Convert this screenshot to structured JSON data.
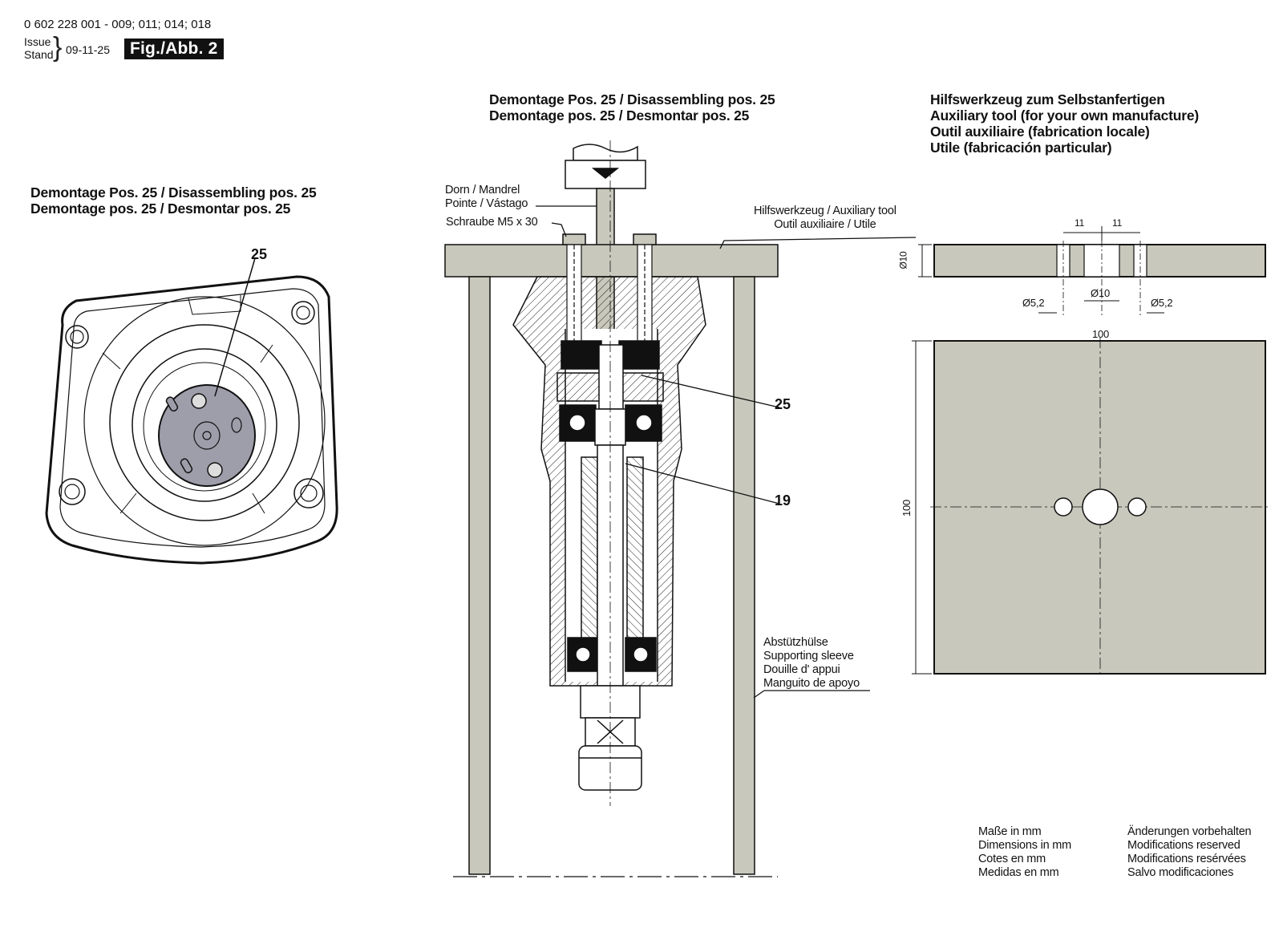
{
  "header": {
    "part_numbers": "0 602 228 001 - 009; 011; 014; 018",
    "issue_label": "Issue",
    "stand_label": "Stand",
    "issue_date": "09-11-25",
    "figure_label": "Fig./Abb. 2"
  },
  "left_panel": {
    "title_line1": "Demontage Pos. 25 / Disassembling pos. 25",
    "title_line2": "Demontage pos. 25 / Desmontar pos. 25",
    "callout_25": "25"
  },
  "center_panel": {
    "title_line1": "Demontage Pos. 25 / Disassembling pos. 25",
    "title_line2": "Demontage pos. 25 / Desmontar pos. 25",
    "mandrel_line1": "Dorn / Mandrel",
    "mandrel_line2": "Pointe / Vástago",
    "screw_label": "Schraube M5 x 30",
    "aux_tool_line1": "Hilfswerkzeug / Auxiliary tool",
    "aux_tool_line2": "Outil auxiliaire / Utile",
    "callout_25": "25",
    "callout_19": "19",
    "sleeve_line1": "Abstützhülse",
    "sleeve_line2": "Supporting sleeve",
    "sleeve_line3": "Douille d' appui",
    "sleeve_line4": "Manguito de apoyo"
  },
  "right_panel": {
    "title_line1": "Hilfswerkzeug zum Selbstanfertigen",
    "title_line2": "Auxiliary tool (for your own manufacture)",
    "title_line3": "Outil auxiliaire (fabrication locale)",
    "title_line4": "Utile (fabricación particular)",
    "dim_11_left": "11",
    "dim_11_right": "11",
    "dim_thickness": "Ø10",
    "dim_hole_left": "Ø5,2",
    "dim_hole_center": "Ø10",
    "dim_hole_right": "Ø5,2",
    "dim_width": "100",
    "dim_height": "100"
  },
  "footer": {
    "units_line1": "Maße in mm",
    "units_line2": "Dimensions in mm",
    "units_line3": "Cotes en mm",
    "units_line4": "Medidas en mm",
    "mods_line1": "Änderungen vorbehalten",
    "mods_line2": "Modifications reserved",
    "mods_line3": "Modifications resérvées",
    "mods_line4": "Salvo modificaciones"
  },
  "colors": {
    "tool_fill": "#c9c8bc",
    "part_fill": "#9e9daa",
    "line": "#111111"
  }
}
